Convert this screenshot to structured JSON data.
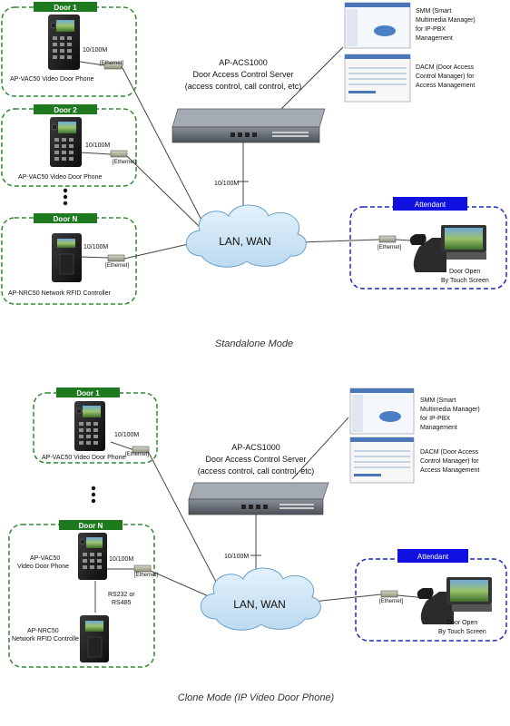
{
  "top": {
    "doors": [
      {
        "tag": "Door 1",
        "label": "AP-VAC50  Video Door Phone",
        "speed": "10/100M",
        "ethernet": "[Ethernet]"
      },
      {
        "tag": "Door 2",
        "label": "AP-VAC50  Video Door Phone",
        "speed": "10/100M",
        "ethernet": "[Ethernet]"
      },
      {
        "tag": "Door N",
        "label": "AP-NRC50 Network RFID Controller",
        "speed": "10/100M",
        "ethernet": "[Ethernet]"
      }
    ],
    "server": {
      "name": "AP-ACS1000",
      "desc1": "Door Access Control Server",
      "desc2": "(access control, call control, etc)"
    },
    "smm": [
      "SMM (Smart",
      "Multimedia Manager)",
      "for IP-PBX",
      "Management"
    ],
    "dacm": [
      "DACM (Door Access",
      "Control Manager)  for",
      "Access Management"
    ],
    "server_link": "10/100M",
    "cloud": "LAN, WAN",
    "attendant": {
      "tag": "Attendant",
      "ethernet": "[Ethernet]",
      "caption1": "Door Open",
      "caption2": "By Touch Screen"
    },
    "caption": "Standalone Mode"
  },
  "bottom": {
    "door1": {
      "tag": "Door 1",
      "label": "AP-VAC50  Video Door Phone",
      "speed": "10/100M",
      "ethernet": "[Ethernet]"
    },
    "doorN": {
      "tag": "Door N",
      "vac_label1": "AP-VAC50",
      "vac_label2": "Video Door Phone",
      "speed": "10/100M",
      "ethernet": "[Ethernet]",
      "serial1": "RS232 or",
      "serial2": "RS485",
      "nrc_label1": "AP-NRC50",
      "nrc_label2": "Network RFID Controlle"
    },
    "server": {
      "name": "AP-ACS1000",
      "desc1": "Door Access Control Server",
      "desc2": "(access control, call control, etc)"
    },
    "smm": [
      "SMM (Smart",
      "Multimedia Manager)",
      "for IP-PBX",
      "Management"
    ],
    "dacm": [
      "DACM (Door Access",
      "Control Manager)  for",
      "Access Management"
    ],
    "server_link": "10/100M",
    "cloud": "LAN, WAN",
    "attendant": {
      "tag": "Attendant",
      "ethernet": "[Ethernet]",
      "caption1": "Door Open",
      "caption2": "By Touch Screen"
    },
    "caption": "Clone Mode (IP Video Door Phone)"
  },
  "colors": {
    "green_border": "#2e8b2e",
    "green_tag": "#1f7a1f",
    "blue_border": "#1c2db8",
    "blue_tag": "#1010e0",
    "line": "#444444"
  }
}
